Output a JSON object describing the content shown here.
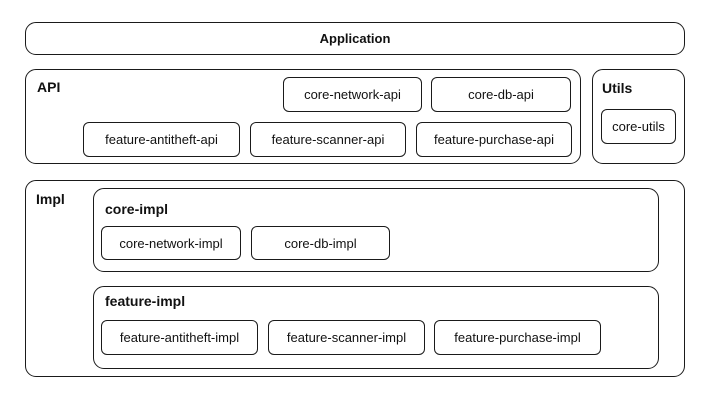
{
  "application": {
    "label": "Application"
  },
  "api": {
    "title": "API",
    "modules": [
      "core-network-api",
      "core-db-api",
      "feature-antitheft-api",
      "feature-scanner-api",
      "feature-purchase-api"
    ]
  },
  "utils": {
    "title": "Utils",
    "modules": [
      "core-utils"
    ]
  },
  "impl": {
    "title": "Impl",
    "core": {
      "title": "core-impl",
      "modules": [
        "core-network-impl",
        "core-db-impl"
      ]
    },
    "feature": {
      "title": "feature-impl",
      "modules": [
        "feature-antitheft-impl",
        "feature-scanner-impl",
        "feature-purchase-impl"
      ]
    }
  }
}
